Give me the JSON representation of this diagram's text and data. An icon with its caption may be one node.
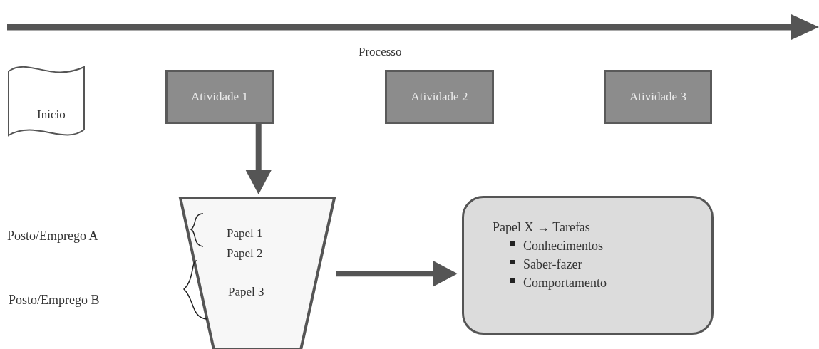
{
  "diagram": {
    "nodes": [
      {
        "text": [
          "Início"
        ]
      },
      {
        "text": [
          "Atividade 1"
        ]
      },
      {
        "text": [
          "Atividade 2"
        ]
      },
      {
        "text": [
          "Atividade 3"
        ]
      },
      {
        "text": [
          "Papel 1",
          "Papel 2",
          "Papel 3"
        ]
      },
      {
        "text": [
          "Papel X → Tarefas",
          "Conhecimentos",
          "Saber-fazer",
          "Comportamento"
        ]
      }
    ],
    "edges": [
      {
        "from": 1,
        "to": 4,
        "arrow": "to"
      },
      {
        "from": 4,
        "to": 5,
        "arrow": "to"
      }
    ],
    "labels": [
      "Processo",
      "Posto/Emprego A",
      "Posto/Emprego B"
    ]
  }
}
